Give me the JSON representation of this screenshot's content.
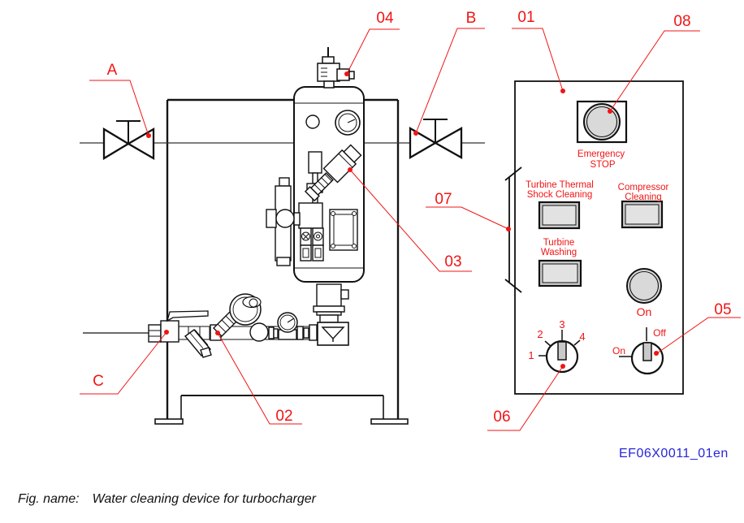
{
  "diagram": {
    "callouts": {
      "A": "A",
      "B": "B",
      "C": "C",
      "n01": "01",
      "n02": "02",
      "n03": "03",
      "n04": "04",
      "n05": "05",
      "n06": "06",
      "n07": "07",
      "n08": "08"
    },
    "panel": {
      "emergency_stop": {
        "line1": "Emergency",
        "line2": "STOP"
      },
      "buttons": {
        "turbine_thermal": {
          "line1": "Turbine Thermal",
          "line2": "Shock Cleaning"
        },
        "compressor": {
          "line1": "Compressor",
          "line2": "Cleaning"
        },
        "turbine_washing": {
          "line1": "Turbine",
          "line2": "Washing"
        }
      },
      "on_button_label": "On",
      "mode_switch": {
        "positions": [
          "1",
          "2",
          "3",
          "4"
        ]
      },
      "power_switch": {
        "on": "On",
        "off": "Off"
      }
    },
    "drawing_code": "EF06X0011_01en",
    "caption": {
      "prefix": "Fig. name:",
      "text": "Water cleaning device for turbocharger"
    },
    "colors": {
      "callout_red": "#f01414",
      "code_blue": "#2626dd",
      "button_gray": "#d9d9d9"
    }
  }
}
